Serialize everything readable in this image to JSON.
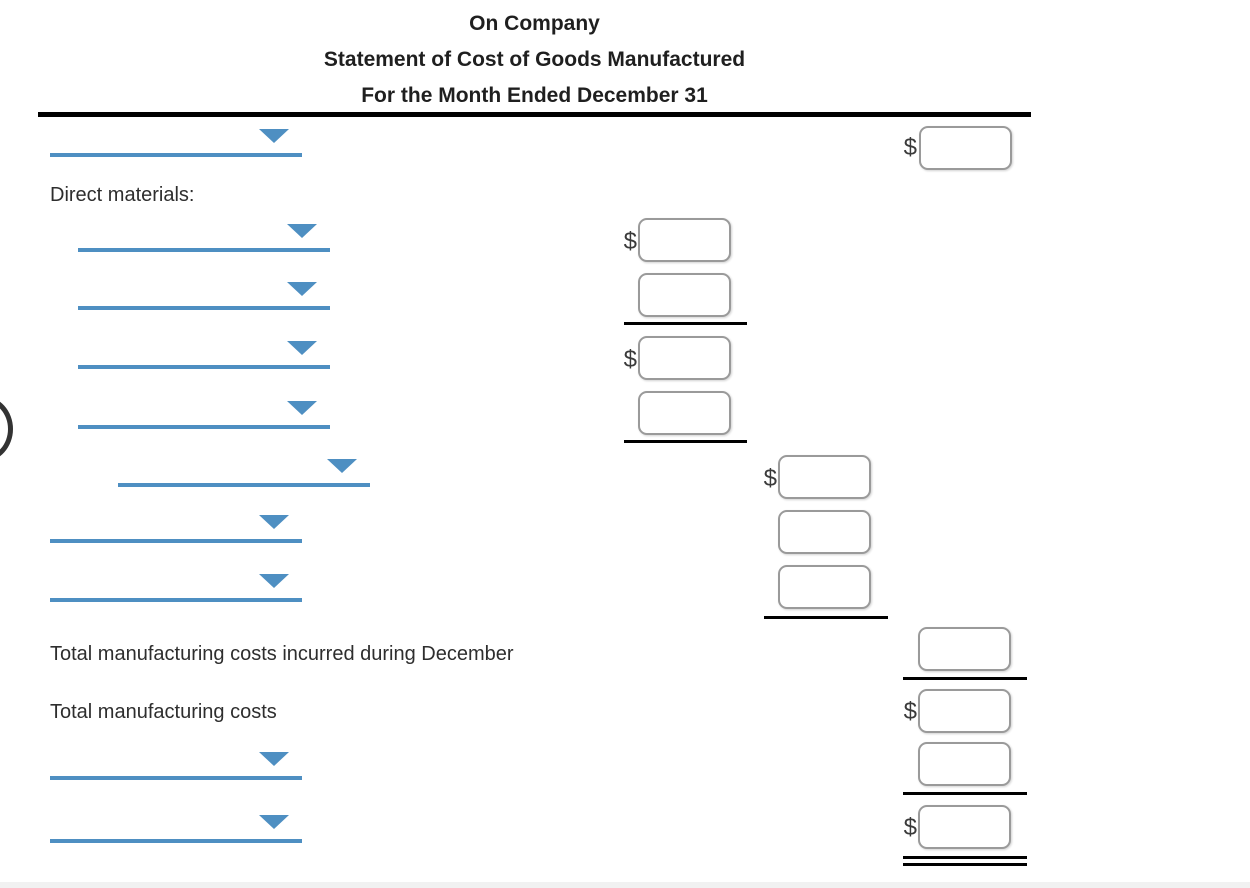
{
  "header": {
    "company_name": "On Company",
    "statement_title": "Statement of Cost of Goods Manufactured",
    "period": "For the Month Ended December 31"
  },
  "section_labels": {
    "direct_materials": "Direct materials:",
    "total_manufacturing_costs_incurred": "Total manufacturing costs incurred during December",
    "total_manufacturing_costs": "Total manufacturing costs"
  },
  "currency_symbol": "$",
  "dropdowns": [
    {
      "id": "line-1",
      "indent": 0,
      "selected": ""
    },
    {
      "id": "direct-materials-item-1",
      "indent": 1,
      "selected": ""
    },
    {
      "id": "direct-materials-item-2",
      "indent": 1,
      "selected": ""
    },
    {
      "id": "direct-materials-item-3",
      "indent": 1,
      "selected": ""
    },
    {
      "id": "direct-materials-item-4",
      "indent": 1,
      "selected": ""
    },
    {
      "id": "direct-materials-total",
      "indent": 2,
      "selected": ""
    },
    {
      "id": "line-7",
      "indent": 0,
      "selected": ""
    },
    {
      "id": "line-8",
      "indent": 0,
      "selected": ""
    },
    {
      "id": "line-12",
      "indent": 0,
      "selected": ""
    },
    {
      "id": "line-13",
      "indent": 0,
      "selected": ""
    }
  ],
  "amount_inputs": [
    {
      "id": "amount-line-1",
      "value": "",
      "has_dollar": true
    },
    {
      "id": "amount-dm-1",
      "value": "",
      "has_dollar": true
    },
    {
      "id": "amount-dm-2",
      "value": "",
      "has_dollar": false
    },
    {
      "id": "amount-dm-3",
      "value": "",
      "has_dollar": true
    },
    {
      "id": "amount-dm-4",
      "value": "",
      "has_dollar": false
    },
    {
      "id": "amount-dm-total",
      "value": "",
      "has_dollar": true
    },
    {
      "id": "amount-line-7",
      "value": "",
      "has_dollar": false
    },
    {
      "id": "amount-line-8",
      "value": "",
      "has_dollar": false
    },
    {
      "id": "amount-total-incurred",
      "value": "",
      "has_dollar": false
    },
    {
      "id": "amount-total-mfg-costs",
      "value": "",
      "has_dollar": true
    },
    {
      "id": "amount-line-12",
      "value": "",
      "has_dollar": false
    },
    {
      "id": "amount-line-13",
      "value": "",
      "has_dollar": true
    }
  ],
  "colors": {
    "dropdown_blue": "#4e8fc2",
    "rule_black": "#000000",
    "box_border": "#9a9a9a",
    "text": "#2e2e2e"
  }
}
